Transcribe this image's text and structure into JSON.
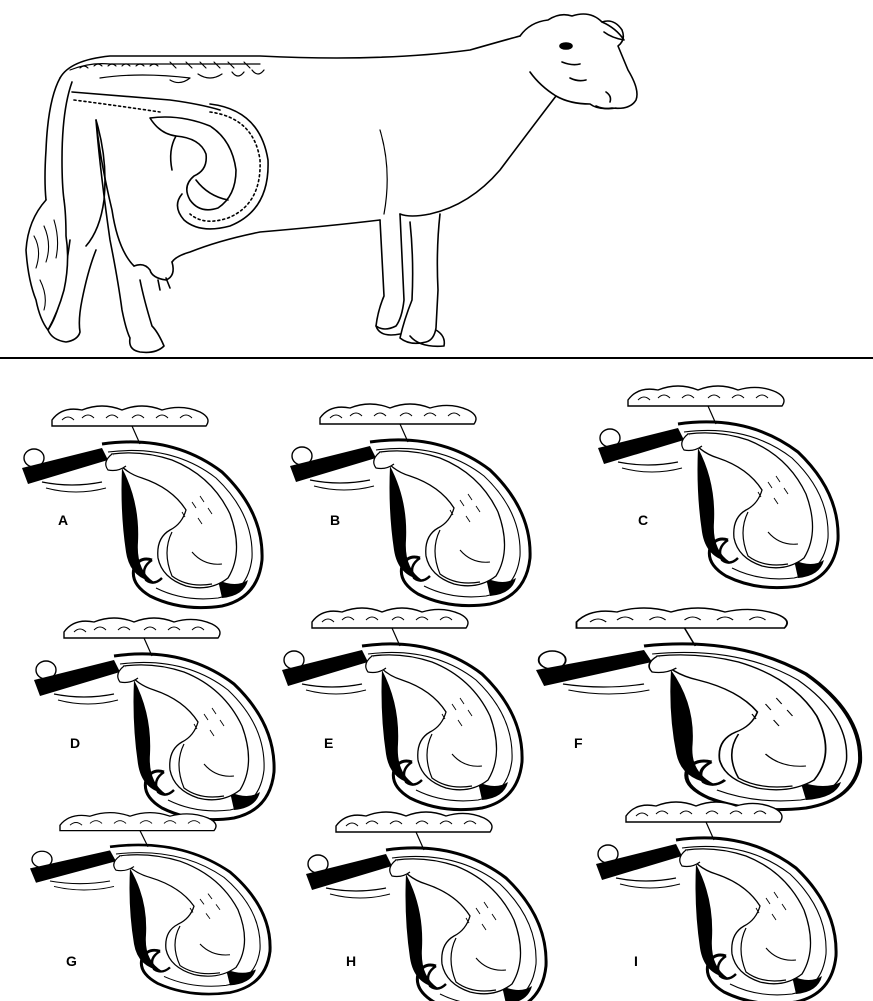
{
  "colors": {
    "ink": "#000000",
    "paper": "#ffffff",
    "divider": "#000000"
  },
  "icons": {
    "cow": "cow-side-view-with-fetus-icon",
    "spine": "vertebral-column-icon",
    "uterus": "uterus-with-fetus-icon",
    "fetus": "calf-fetus-icon"
  },
  "panels": [
    {
      "label": "A"
    },
    {
      "label": "B"
    },
    {
      "label": "C"
    },
    {
      "label": "D"
    },
    {
      "label": "E"
    },
    {
      "label": "F"
    },
    {
      "label": "G"
    },
    {
      "label": "H"
    },
    {
      "label": "I"
    }
  ]
}
